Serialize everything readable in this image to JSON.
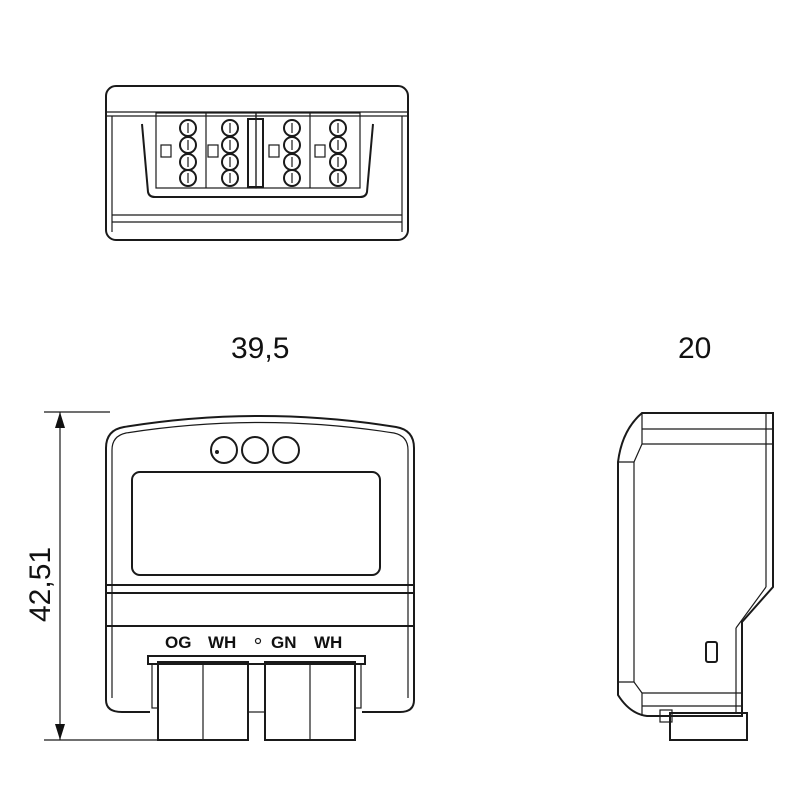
{
  "drawing": {
    "dimensions": {
      "width": "39,5",
      "depth": "20",
      "height": "42,51"
    },
    "terminal_labels": [
      "OG",
      "WH",
      "GN",
      "WH"
    ],
    "line_color": "#1a1a1a"
  }
}
